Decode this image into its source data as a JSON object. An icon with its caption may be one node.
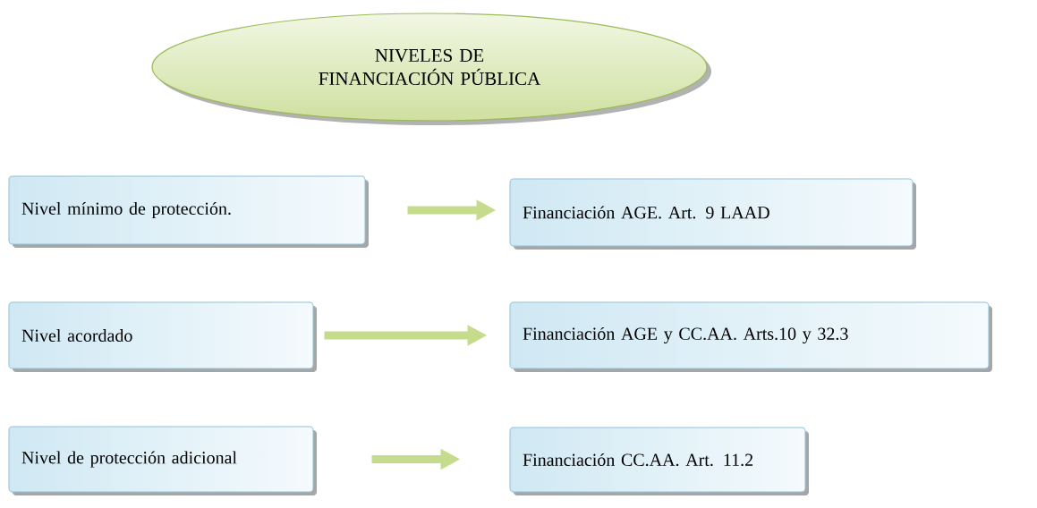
{
  "diagram": {
    "nodes": [
      {
        "text": [
          "NIVELES DE FINANCIACIÓN PÚBLICA"
        ]
      },
      {
        "text": [
          "Nivel mínimo de protección."
        ]
      },
      {
        "text": [
          "Financiación AGE. Art. 9 LAAD"
        ]
      },
      {
        "text": [
          "Nivel acordado"
        ]
      },
      {
        "text": [
          "Financiación AGE y CC.AA. Arts.10 y 32.3"
        ]
      },
      {
        "text": [
          "Nivel de protección adicional"
        ]
      },
      {
        "text": [
          "Financiación CC.AA. Art. 11.2"
        ]
      }
    ],
    "edges": [
      {
        "from": 1,
        "to": 2,
        "arrow": "to"
      },
      {
        "from": 3,
        "to": 4,
        "arrow": "to"
      },
      {
        "from": 5,
        "to": 6,
        "arrow": "to"
      }
    ]
  }
}
